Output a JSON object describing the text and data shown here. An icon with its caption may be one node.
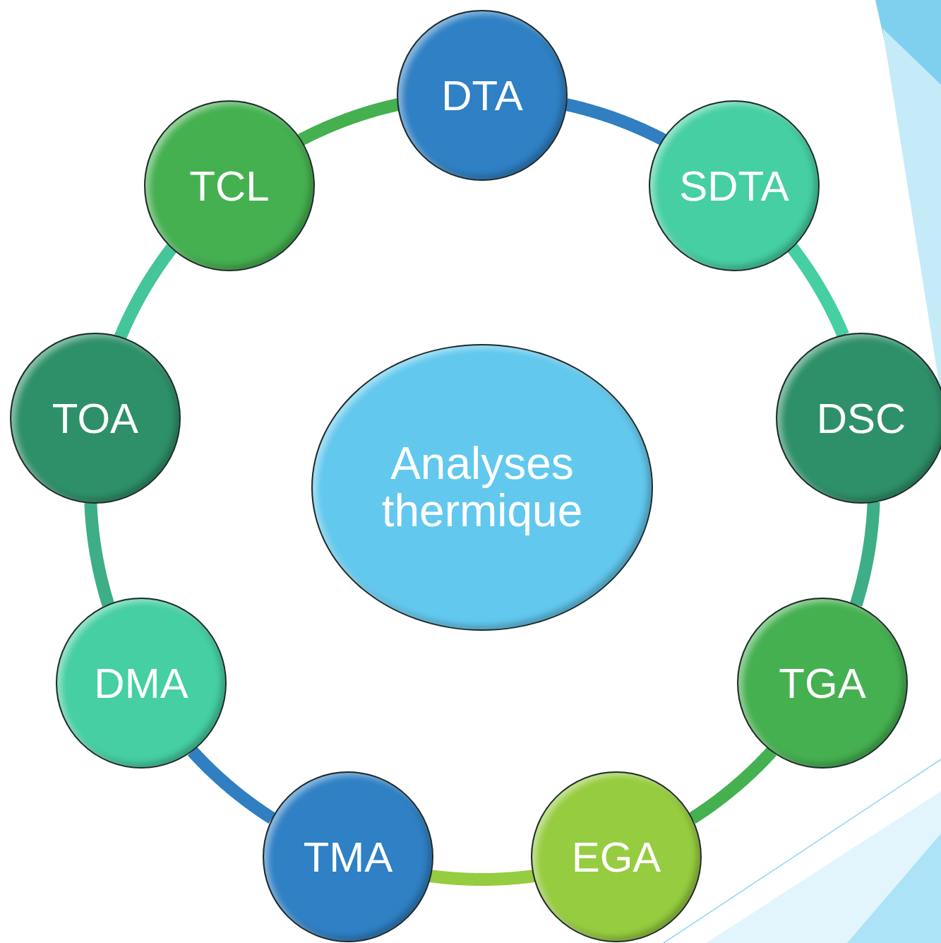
{
  "diagram": {
    "nodes": [
      {
        "text": [
          "DTA"
        ]
      },
      {
        "text": [
          "SDTA"
        ]
      },
      {
        "text": [
          "DSC"
        ]
      },
      {
        "text": [
          "TGA"
        ]
      },
      {
        "text": [
          "EGA"
        ]
      },
      {
        "text": [
          "TMA"
        ]
      },
      {
        "text": [
          "DMA"
        ]
      },
      {
        "text": [
          "TOA"
        ]
      },
      {
        "text": [
          "TCL"
        ]
      },
      {
        "text": [
          "Analyses thermique"
        ]
      }
    ],
    "edges": [
      {
        "from": 0,
        "to": 1,
        "arrow": "none",
        "color": "#2f7fc1"
      },
      {
        "from": 1,
        "to": 2,
        "arrow": "none",
        "color": "#45cfa2"
      },
      {
        "from": 2,
        "to": 3,
        "arrow": "none",
        "color": "#3dae85"
      },
      {
        "from": 3,
        "to": 4,
        "arrow": "none",
        "color": "#45b050"
      },
      {
        "from": 4,
        "to": 5,
        "arrow": "none",
        "color": "#96cc3f"
      },
      {
        "from": 5,
        "to": 6,
        "arrow": "none",
        "color": "#2f7fc1"
      },
      {
        "from": 6,
        "to": 7,
        "arrow": "none",
        "color": "#3dae85"
      },
      {
        "from": 7,
        "to": 8,
        "arrow": "none",
        "color": "#45c59a"
      },
      {
        "from": 8,
        "to": 0,
        "arrow": "none",
        "color": "#45b050"
      }
    ]
  }
}
